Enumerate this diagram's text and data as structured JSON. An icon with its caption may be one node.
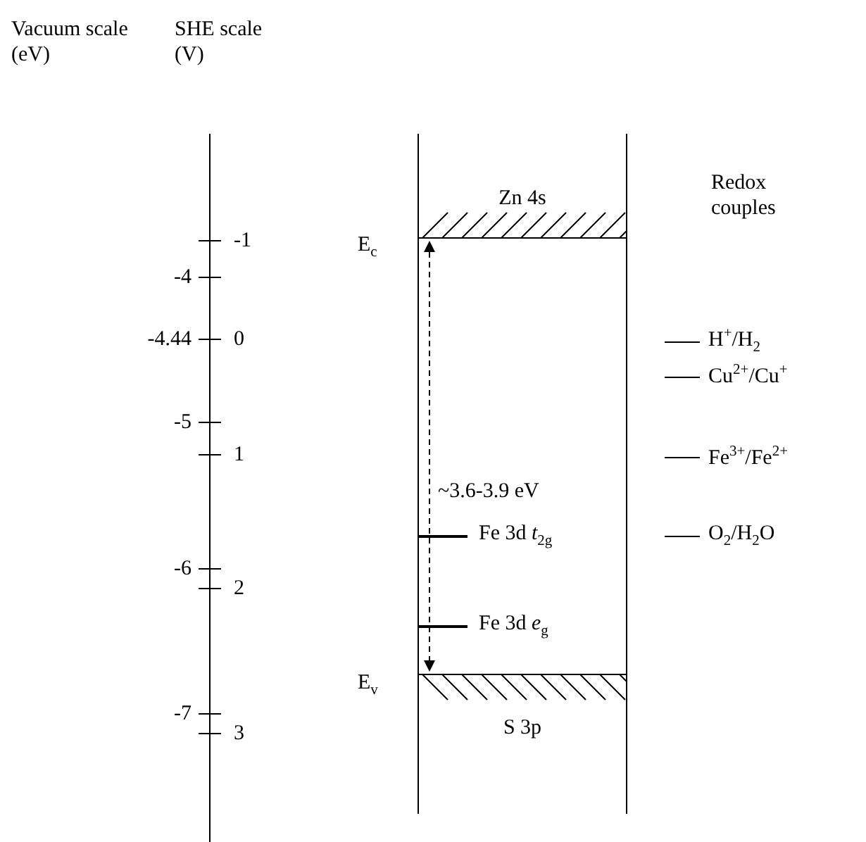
{
  "diagram": {
    "labels": [
      "Vacuum scale (eV)",
      "SHE scale (V)",
      "Zn 4s",
      "Redox couples",
      "-1",
      "E$_{c}$",
      "-4",
      "-4.44",
      "0",
      "H$^{+}$/H$_{2}$",
      "Cu$^{2+}$/Cu$^{+}$",
      "-5",
      "1",
      "Fe$^{3+}$/Fe$^{2+}$",
      "~3.6-3.9 eV",
      "-6",
      "Fe 3d *t*$_{2g}$",
      "O$_{2}$/H$_{2}$O",
      "2",
      "Fe 3d *e*$_{g}$",
      "-7",
      "E$_{v}$",
      "3",
      "S 3p"
    ]
  }
}
